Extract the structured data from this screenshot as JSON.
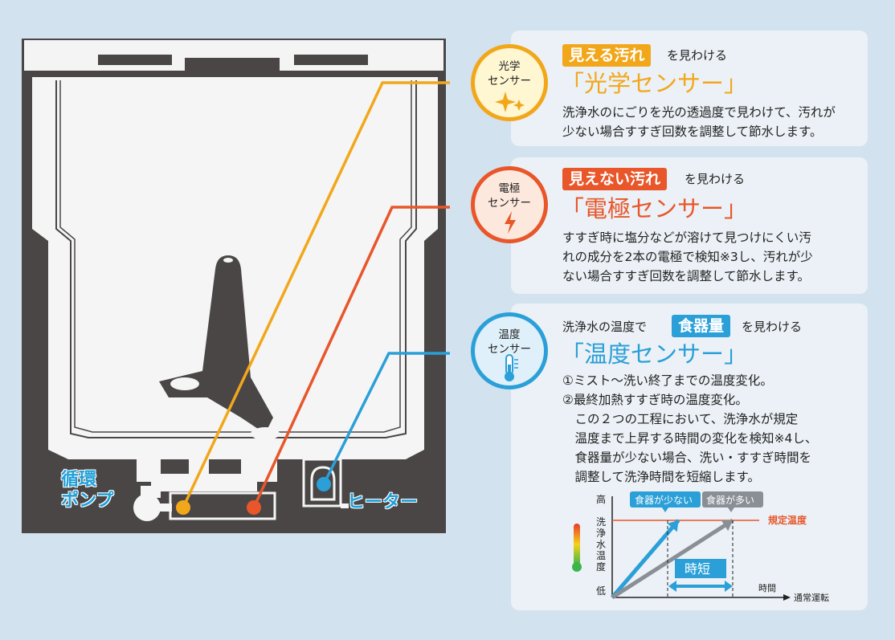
{
  "sensors": [
    {
      "circle_label": "光学\nセンサー",
      "tag": "見える汚れ",
      "tag_note": "を見わける",
      "title": "「光学センサー」",
      "description": "洗浄水のにごりを光の透過度で見わけて、汚れが\n少ない場合すすぎ回数を調整して節水します。",
      "color": "#f2a71b",
      "icon": "sparkle-icon"
    },
    {
      "circle_label": "電極\nセンサー",
      "tag": "見えない汚れ",
      "tag_note": "を見わける",
      "title": "「電極センサー」",
      "description": "すすぎ時に塩分などが溶けて見つけにくい汚\nれの成分を2本の電極で検知※3し、汚れが少\nない場合すすぎ回数を調整して節水します。",
      "color": "#e8562a",
      "icon": "lightning-icon"
    },
    {
      "circle_label": "温度\nセンサー",
      "tag_prefix": "洗浄水の温度で",
      "tag": "食器量",
      "tag_note": "を見わける",
      "title": "「温度センサー」",
      "description": "①ミスト〜洗い終了までの温度変化。\n②最終加熱すすぎ時の温度変化。\n　この２つの工程において、洗浄水が規定\n　温度まで上昇する時間の変化を検知※4し、\n　食器量が少ない場合、洗い・すすぎ時間を\n　調整して洗浄時間を短縮します。",
      "color": "#2a9fd8",
      "icon": "thermometer-icon"
    }
  ],
  "diagram": {
    "pump_label": "循環\nポンプ",
    "heater_label": "ヒーター"
  },
  "chart_data": {
    "type": "line",
    "y_high": "高",
    "y_low": "低",
    "y_label": "洗浄水温度",
    "x_label": "時間",
    "x_note": "通常運転",
    "threshold_label": "規定温度",
    "small_load_label": "食器が少ない",
    "large_load_label": "食器が多い",
    "time_saving_label": "時短",
    "series": [
      {
        "name": "食器が少ない",
        "x": [
          0,
          0.55
        ],
        "y": [
          0,
          1
        ]
      },
      {
        "name": "食器が多い",
        "x": [
          0,
          1
        ],
        "y": [
          0,
          1
        ]
      }
    ]
  }
}
